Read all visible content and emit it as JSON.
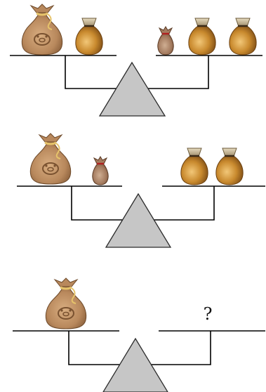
{
  "scales": [
    {
      "left_pan": [
        "large-bag",
        "medium-bag"
      ],
      "right_pan": [
        "small-bag",
        "medium-bag",
        "medium-bag"
      ],
      "unknown": ""
    },
    {
      "left_pan": [
        "large-bag",
        "small-bag"
      ],
      "right_pan": [
        "medium-bag",
        "medium-bag"
      ],
      "unknown": ""
    },
    {
      "left_pan": [
        "large-bag"
      ],
      "right_pan": [],
      "unknown": "?"
    }
  ],
  "colors": {
    "fulcrum_fill": "#c6c6c6",
    "large_bag": "#b8885c",
    "medium_bag": "#c98a2e",
    "small_bag": "#a37a5e",
    "tie": "#e6c36a"
  }
}
